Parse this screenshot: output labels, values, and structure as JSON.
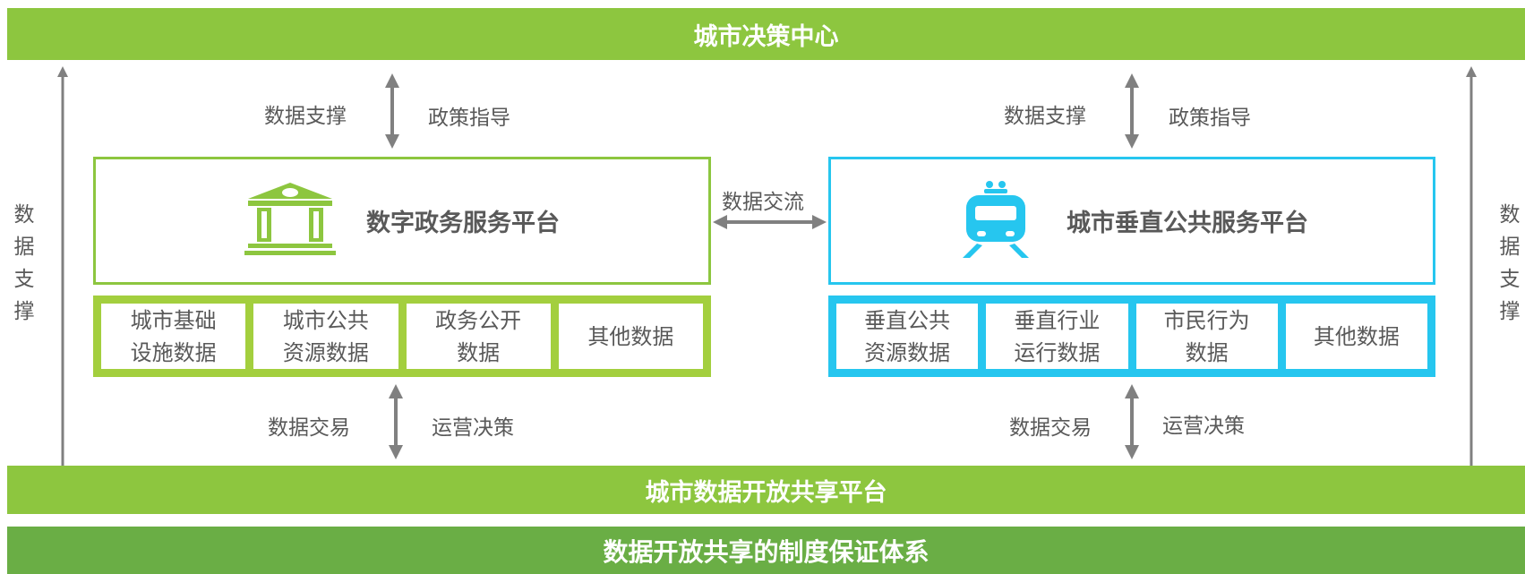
{
  "header": {
    "title": "城市决策中心"
  },
  "left_side": {
    "vertical_label": "数\n据\n支\n撑"
  },
  "right_side": {
    "vertical_label": "数\n据\n支\n撑"
  },
  "gov": {
    "top_arrow": {
      "left_label": "数据支撑",
      "right_label": "政策指导"
    },
    "platform_title": "数字政务服务平台",
    "icon": "government-building-icon",
    "data_cells": [
      "城市基础\n设施数据",
      "城市公共\n资源数据",
      "政务公开\n数据",
      "其他数据"
    ],
    "bottom_arrow": {
      "left_label": "数据交易",
      "right_label": "运营决策"
    }
  },
  "exchange": {
    "label": "数据交流"
  },
  "city": {
    "top_arrow": {
      "left_label": "数据支撑",
      "right_label": "政策指导"
    },
    "platform_title": "城市垂直公共服务平台",
    "icon": "train-icon",
    "data_cells": [
      "垂直公共\n资源数据",
      "垂直行业\n运行数据",
      "市民行为\n数据",
      "其他数据"
    ],
    "bottom_arrow": {
      "left_label": "数据交易",
      "right_label": "运营决策"
    }
  },
  "middle_band": {
    "title": "城市数据开放共享平台"
  },
  "bottom_band": {
    "title": "数据开放共享的制度保证体系"
  },
  "colors": {
    "green": "#8dc63f",
    "dark_green": "#6aae45",
    "lime": "#a3cf3e",
    "cyan": "#26c6ef",
    "arrow_gray": "#808080",
    "text": "#595959"
  }
}
